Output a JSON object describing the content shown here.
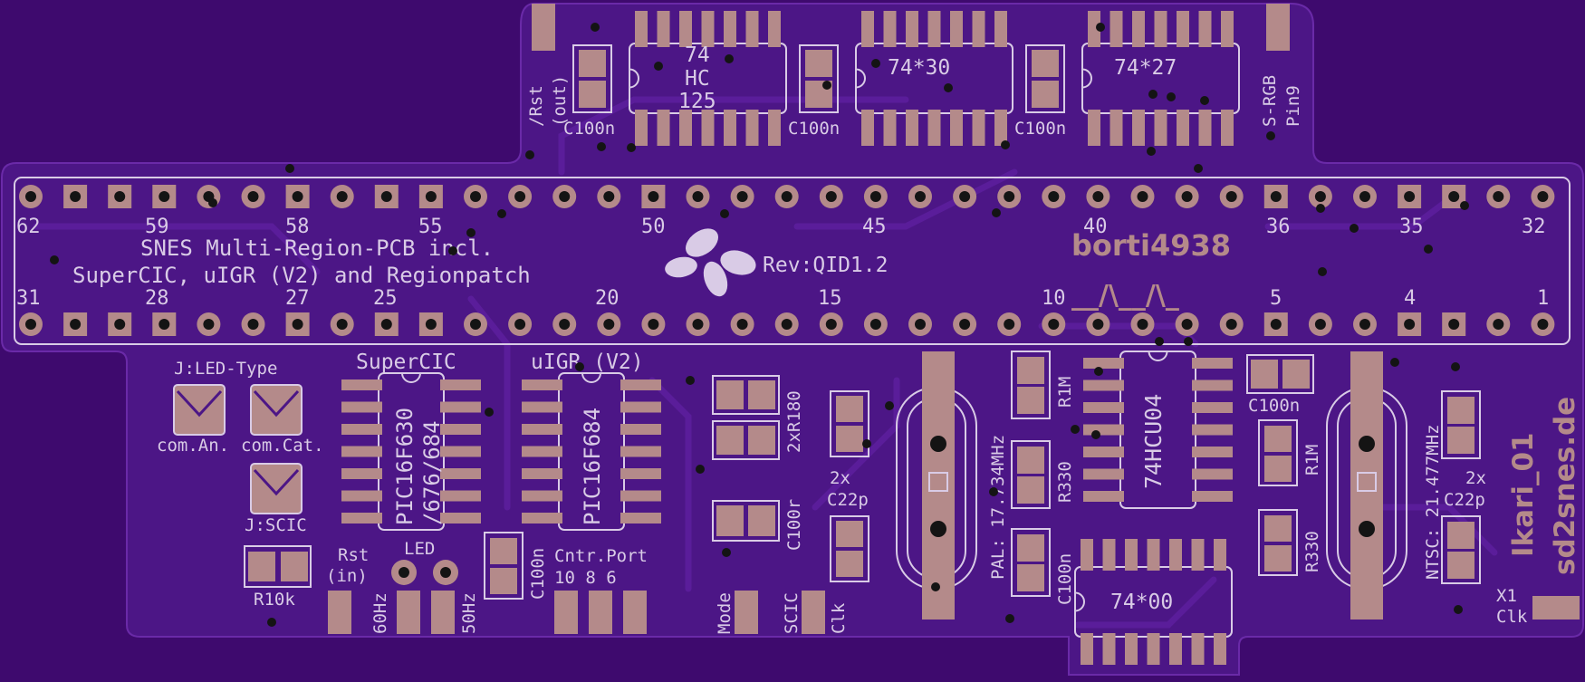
{
  "board": {
    "title_line1": "SNES Multi-Region-PCB incl.",
    "title_line2": "SuperCIC, uIGR (V2) and Regionpatch",
    "revision": "Rev:QID1.2",
    "author": "borti4938",
    "author_mark": "__/\\__/\\_",
    "project": "Ikari_01",
    "website": "sd2snes.de"
  },
  "header_pins": {
    "top_labels": [
      "62",
      "59",
      "58",
      "55",
      "50",
      "45",
      "40",
      "36",
      "35",
      "32"
    ],
    "bottom_labels": [
      "31",
      "28",
      "27",
      "25",
      "20",
      "15",
      "10",
      "5",
      "4",
      "1"
    ]
  },
  "chips": {
    "hc125_l1": "74",
    "hc125_l2": "HC",
    "hc125_l3": "125",
    "c30": "74*30",
    "c27": "74*27",
    "hcu04": "74HCU04",
    "c00": "74*00",
    "supercic_chip": "PIC16F630",
    "supercic_alt": "/676/684",
    "uigr_chip": "PIC16F684"
  },
  "labels": {
    "rst_out_1": "/Rst",
    "rst_out_2": "(out)",
    "srgb_1": "S-RGB",
    "srgb_2": "Pin9",
    "c100n": "C100n",
    "c100r": "C100r",
    "supercic": "SuperCIC",
    "uigr": "uIGR (V2)",
    "led_type": "J:LED-Type",
    "com_an": "com.An.",
    "com_cat": "com.Cat.",
    "scic_jumper": "J:SCIC",
    "r10k": "R10k",
    "rst_in_1": "Rst",
    "rst_in_2": "(in)",
    "led": "LED",
    "hz60": "60Hz",
    "hz50": "50Hz",
    "cntr_port": "Cntr.Port",
    "cntr_pins": "10 8 6",
    "mode": "Mode",
    "scic": "SCIC",
    "clk": "Clk",
    "r180": "2xR180",
    "c22p_2x": "2x",
    "c22p": "C22p",
    "pal": "PAL: 17.734MHz",
    "ntsc": "NTSC: 21.477MHz",
    "r1m": "R1M",
    "r330": "R330",
    "x1": "X1",
    "x1clk": "Clk"
  },
  "colors": {
    "background": "#3e0a6e",
    "board": "#4c1686",
    "trace": "#5a1d9a",
    "pad": "#b48a8a",
    "silkscreen": "#d9cbe6",
    "hole": "#141414"
  }
}
